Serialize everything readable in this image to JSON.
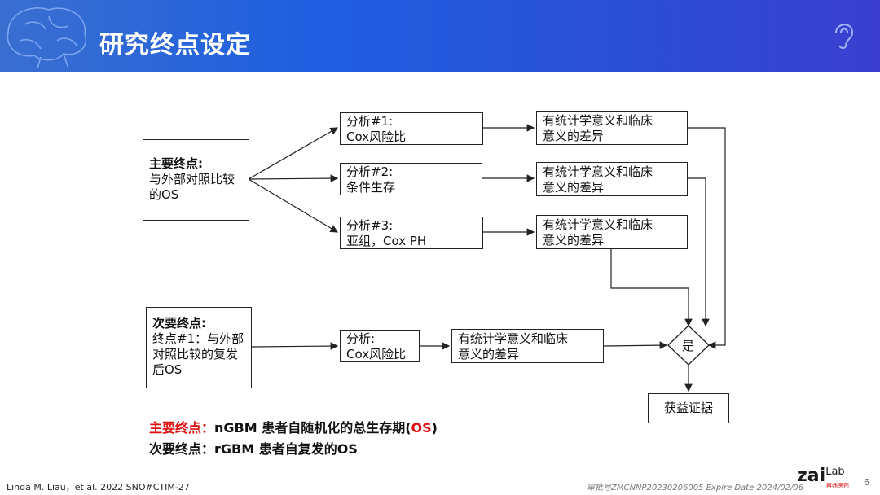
{
  "header": {
    "title": "研究终点设定"
  },
  "primary_endpoint_box": {
    "title": "主要终点:",
    "line1": "与外部对照比较",
    "line2": "的OS"
  },
  "analyses": [
    {
      "line1": "分析#1:",
      "line2": "Cox风险比"
    },
    {
      "line1": "分析#2:",
      "line2": "条件生存"
    },
    {
      "line1": "分析#3:",
      "line2": "亚组，Cox PH"
    }
  ],
  "results": [
    {
      "line1": "有统计学意义和临床",
      "line2": "意义的差异"
    },
    {
      "line1": "有统计学意义和临床",
      "line2": "意义的差异"
    },
    {
      "line1": "有统计学意义和临床",
      "line2": "意义的差异"
    }
  ],
  "secondary_endpoint_box": {
    "title": "次要终点:",
    "line1": "终点#1：与外部",
    "line2": "对照比较的复发",
    "line3": "后OS"
  },
  "secondary_analysis": {
    "line1": "分析:",
    "line2": "Cox风险比"
  },
  "secondary_result": {
    "line1": "有统计学意义和临床",
    "line2": "意义的差异"
  },
  "decision": {
    "label": "是"
  },
  "outcome": {
    "label": "获益证据"
  },
  "summary": {
    "primary_prefix": "主要终点：",
    "primary_text": "nGBM 患者自随机化的总生存期(",
    "primary_os": "OS",
    "primary_close": ")",
    "secondary_prefix": "次要终点：",
    "secondary_text": "rGBM 患者自复发的OS"
  },
  "footer": {
    "citation": "Linda M. Liau，et al. 2022 SNO#CTIM-27",
    "approval": "审批号ZMCNNP20230206005 Expire Date 2024/02/06",
    "page": "6",
    "logo_main": "zai",
    "logo_lab": "Lab",
    "logo_sub": "再鼎医药"
  },
  "colors": {
    "header_blue": "#1f5fe0",
    "accent_red": "#e01010",
    "line": "#222222"
  }
}
